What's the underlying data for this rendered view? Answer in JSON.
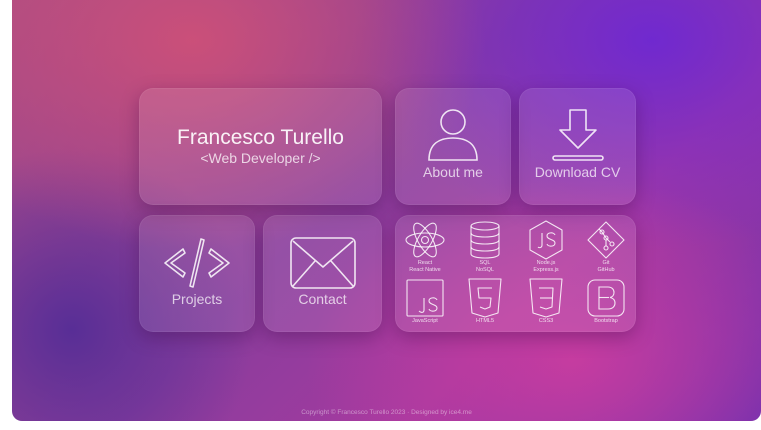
{
  "hero": {
    "name": "Francesco Turello",
    "role": "<Web Developer />"
  },
  "tiles": {
    "about": {
      "label": "About me",
      "icon": "user-icon"
    },
    "download": {
      "label": "Download CV",
      "icon": "download-icon"
    },
    "projects": {
      "label": "Projects",
      "icon": "code-icon"
    },
    "contact": {
      "label": "Contact",
      "icon": "envelope-icon"
    }
  },
  "skills": [
    {
      "line1": "React",
      "line2": "React Native",
      "icon": "react-icon"
    },
    {
      "line1": "SQL",
      "line2": "NoSQL",
      "icon": "database-icon"
    },
    {
      "line1": "Node.js",
      "line2": "Express.js",
      "icon": "nodejs-icon"
    },
    {
      "line1": "Git",
      "line2": "GitHub",
      "icon": "git-icon"
    },
    {
      "line1": "JavaScript",
      "line2": "",
      "icon": "javascript-icon"
    },
    {
      "line1": "HTML5",
      "line2": "",
      "icon": "html5-icon"
    },
    {
      "line1": "CSS3",
      "line2": "",
      "icon": "css3-icon"
    },
    {
      "line1": "Bootstrap",
      "line2": "",
      "icon": "bootstrap-icon"
    }
  ],
  "footer": {
    "text": "Copyright © Francesco Turello 2023 · Designed by ice4.me"
  },
  "colors": {
    "background_pink": "#a94c84",
    "background_purple": "#6c2fb0",
    "card_overlay": "rgba(255,255,255,0.10)"
  }
}
